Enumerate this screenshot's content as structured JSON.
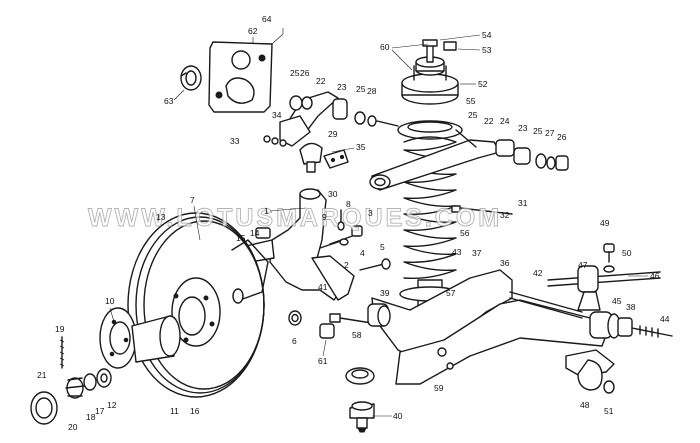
{
  "watermark": "WWW.LOTUSMARQUES.COM",
  "colors": {
    "ink": "#1a1a1a",
    "paper": "#ffffff",
    "watermark_stroke": "#9a9a9a"
  },
  "part_numbers": [
    "1",
    "2",
    "3",
    "4",
    "5",
    "6",
    "7",
    "8",
    "9",
    "10",
    "11",
    "12",
    "13",
    "14",
    "15",
    "16",
    "17",
    "18",
    "19",
    "20",
    "21",
    "22",
    "22",
    "23",
    "23",
    "24",
    "25",
    "25",
    "25",
    "25",
    "26",
    "26",
    "27",
    "28",
    "29",
    "30",
    "31",
    "32",
    "33",
    "34",
    "35",
    "36",
    "37",
    "38",
    "39",
    "40",
    "41",
    "42",
    "43",
    "44",
    "45",
    "46",
    "47",
    "48",
    "49",
    "50",
    "51",
    "52",
    "53",
    "54",
    "55",
    "56",
    "57",
    "58",
    "59",
    "60",
    "61",
    "62",
    "63",
    "64"
  ]
}
